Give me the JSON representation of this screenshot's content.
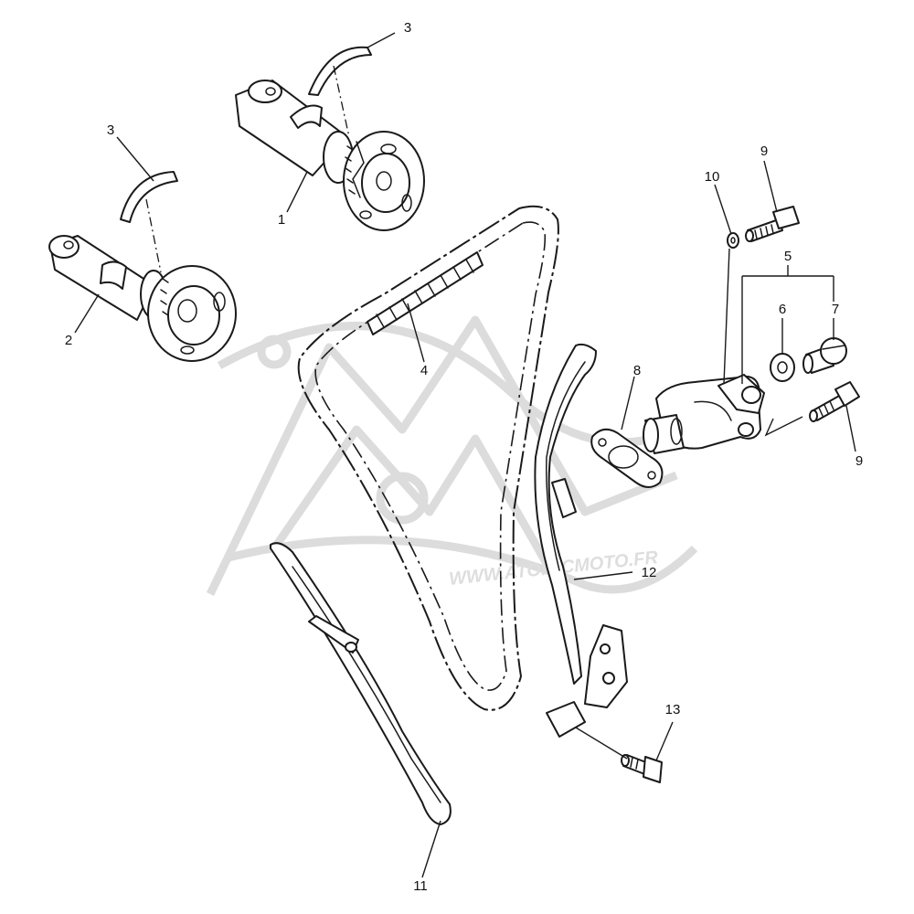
{
  "watermark": {
    "url_text": "WWW.ATOMICMOTO.FR"
  },
  "callouts": {
    "camshaft_upper": "1",
    "camshaft_lower": "2",
    "clip_upper": "3",
    "clip_lower": "3",
    "cam_chain": "4",
    "tensioner": "5",
    "washer": "6",
    "cap_bolt": "7",
    "gasket": "8",
    "bolt_top": "9",
    "bolt_right": "9",
    "washer_small": "10",
    "guide_left": "11",
    "guide_right": "12",
    "bolt_bottom": "13"
  },
  "colors": {
    "line": "#1a1a1a",
    "watermark": "#dcdcdc",
    "background": "#ffffff"
  }
}
